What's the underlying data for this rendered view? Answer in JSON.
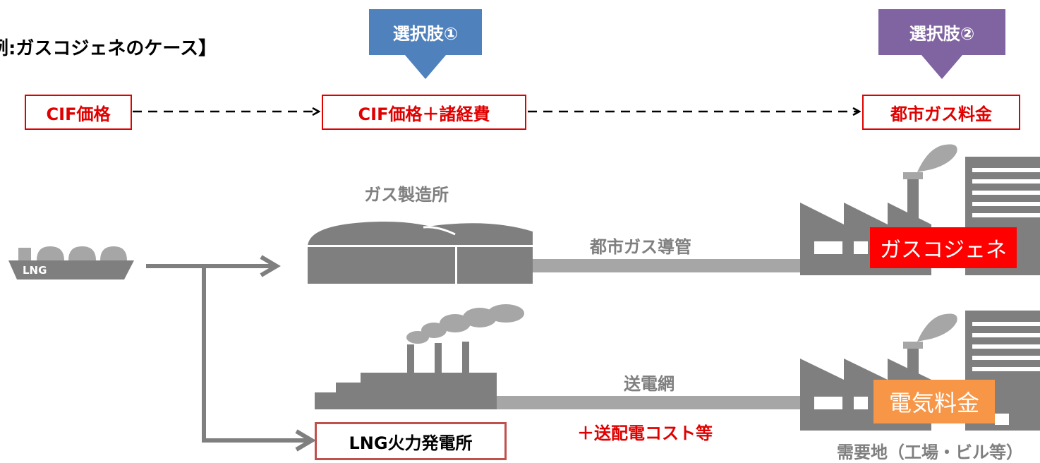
{
  "heading": "例:ガスコジェネのケース】",
  "choices": {
    "first": {
      "label": "選択肢①",
      "color": "#4f81bd"
    },
    "second": {
      "label": "選択肢②",
      "color": "#8064a2"
    }
  },
  "price_boxes": {
    "cif": "CIF価格",
    "cif_plus": "CIF価格＋諸経費",
    "city_gas_rate": "都市ガス料金"
  },
  "facilities": {
    "gas_plant": "ガス製造所",
    "pipeline": "都市ガス導管",
    "grid": "送電網",
    "power_plant": "LNG火力発電所",
    "lng_ship": "LNG",
    "transmission_cost": "＋送配電コスト等",
    "demand_site": "需要地（工場・ビル等）"
  },
  "badges": {
    "cogeneration": {
      "label": "ガスコジェネ",
      "color": "#ff0000"
    },
    "electricity_rate": {
      "label": "電気料金",
      "color": "#f79646"
    }
  },
  "colors": {
    "accent_red": "#e00000",
    "gray_dark": "#7f7f7f",
    "gray_light": "#a6a6a6",
    "power_plant_border": "#c0504d"
  }
}
